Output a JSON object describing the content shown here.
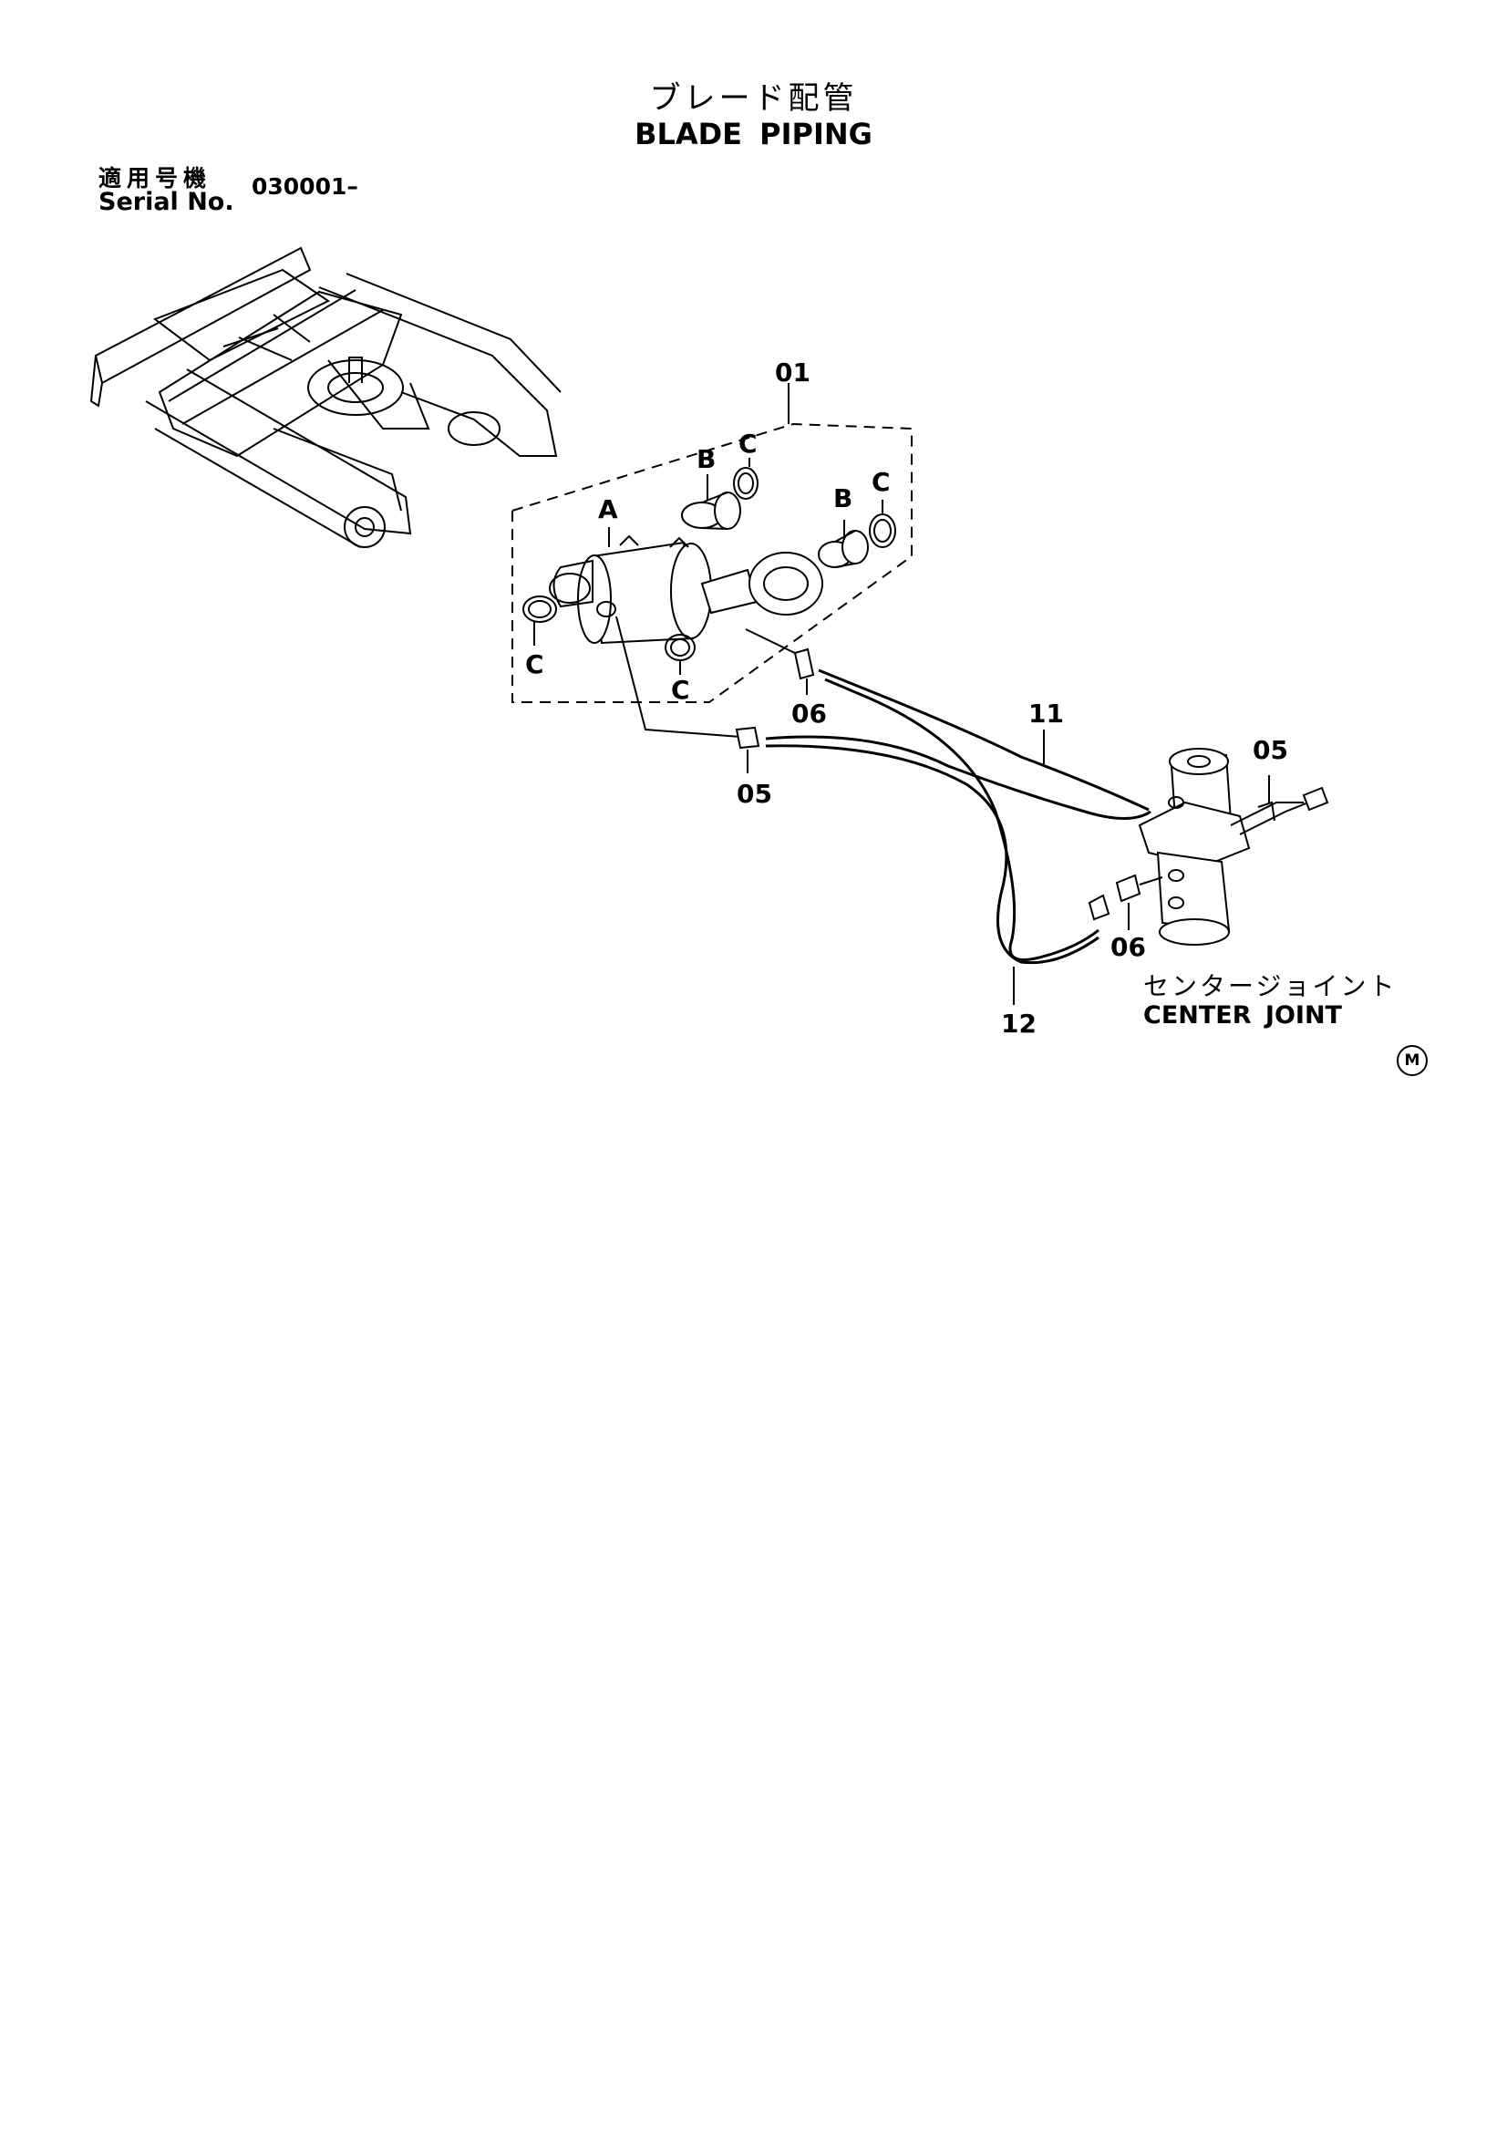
{
  "header": {
    "title_jp": "ブレード配管",
    "title_en": "BLADE PIPING"
  },
  "serial": {
    "label_jp": "適用号機",
    "label_en": "Serial No.",
    "value": "030001–"
  },
  "callouts": {
    "c01": "01",
    "A": "A",
    "B1": "B",
    "C1": "C",
    "B2": "B",
    "C2": "C",
    "C3": "C",
    "C4": "C",
    "c06a": "06",
    "c05a": "05",
    "c11": "11",
    "c05b": "05",
    "c06b": "06",
    "c12": "12"
  },
  "center_joint": {
    "label_jp": "センタージョイント",
    "label_en": "CENTER JOINT"
  },
  "mark": "M"
}
